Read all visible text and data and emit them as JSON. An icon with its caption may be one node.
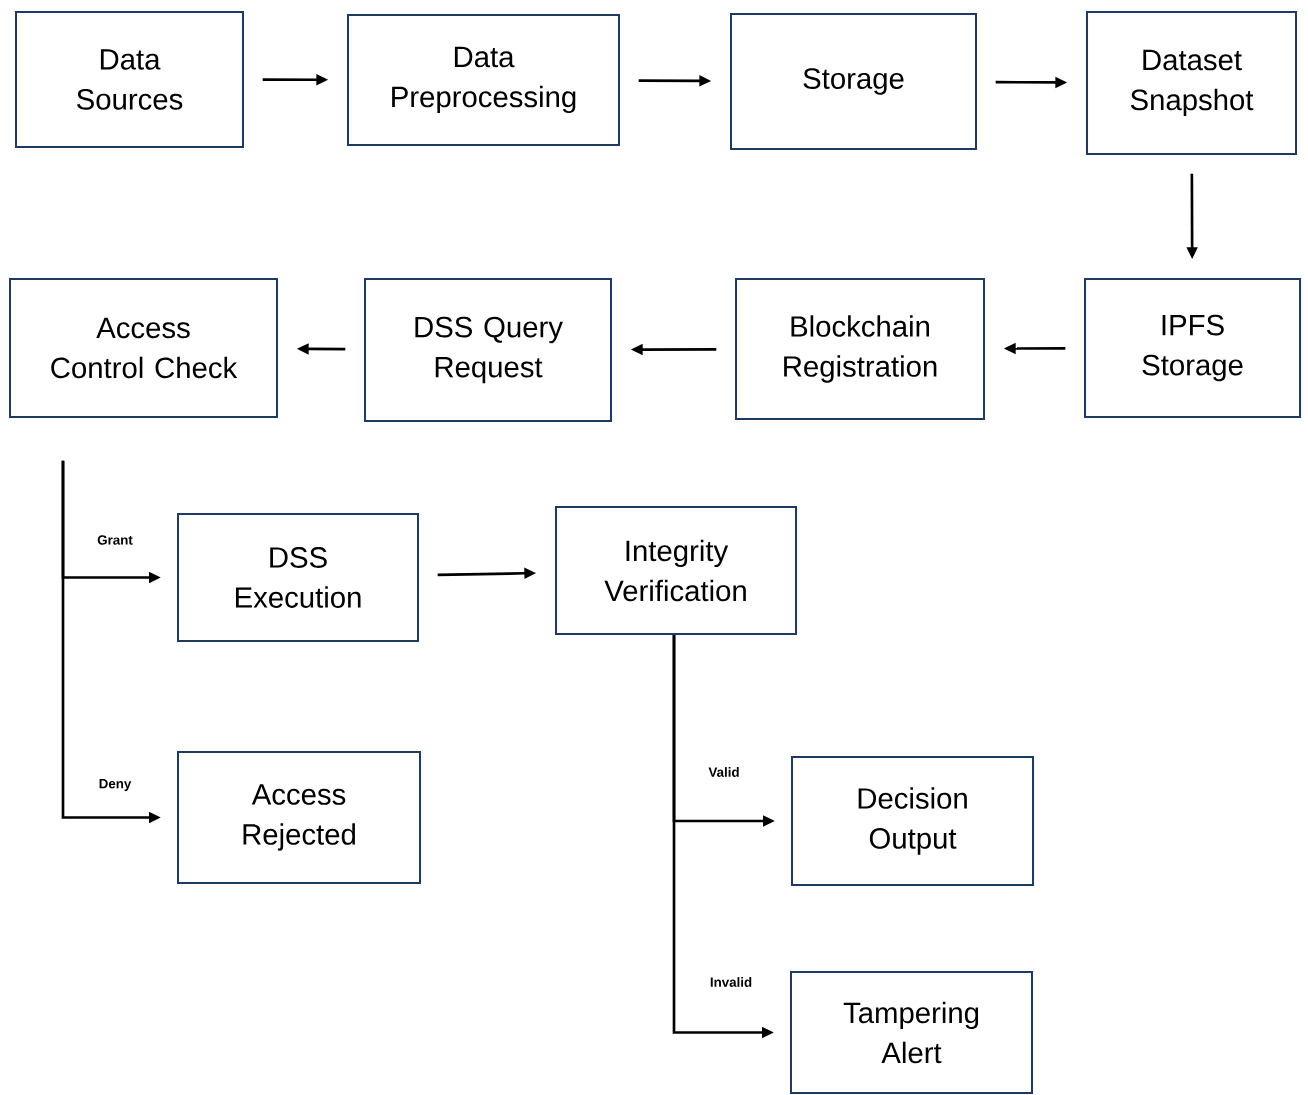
{
  "diagram": {
    "nodes": [
      {
        "text": [
          "Data Sources"
        ]
      },
      {
        "text": [
          "Data Preprocessing"
        ]
      },
      {
        "text": [
          "Storage"
        ]
      },
      {
        "text": [
          "Dataset Snapshot"
        ]
      },
      {
        "text": [
          "IPFS Storage"
        ]
      },
      {
        "text": [
          "Blockchain Registration"
        ]
      },
      {
        "text": [
          "DSS Query Request"
        ]
      },
      {
        "text": [
          "Access Control Check"
        ]
      },
      {
        "text": [
          "DSS Execution"
        ]
      },
      {
        "text": [
          "Integrity Verification"
        ]
      },
      {
        "text": [
          "Access Rejected"
        ]
      },
      {
        "text": [
          "Decision Output"
        ]
      },
      {
        "text": [
          "Tampering Alert"
        ]
      }
    ],
    "edges": [
      {
        "from": 0,
        "to": 1,
        "arrow": "to"
      },
      {
        "from": 1,
        "to": 2,
        "arrow": "to"
      },
      {
        "from": 2,
        "to": 3,
        "arrow": "to"
      },
      {
        "from": 3,
        "to": 4,
        "arrow": "to"
      },
      {
        "from": 4,
        "to": 5,
        "arrow": "to"
      },
      {
        "from": 5,
        "to": 6,
        "arrow": "to"
      },
      {
        "from": 6,
        "to": 7,
        "arrow": "to"
      },
      {
        "from": 7,
        "to": 8,
        "arrow": "to",
        "label": "Grant"
      },
      {
        "from": 7,
        "to": 10,
        "arrow": "to",
        "label": "Deny"
      },
      {
        "from": 8,
        "to": 9,
        "arrow": "to"
      },
      {
        "from": 9,
        "to": 11,
        "arrow": "to",
        "label": "Valid"
      },
      {
        "from": 9,
        "to": 12,
        "arrow": "to",
        "label": "Invalid"
      }
    ]
  }
}
